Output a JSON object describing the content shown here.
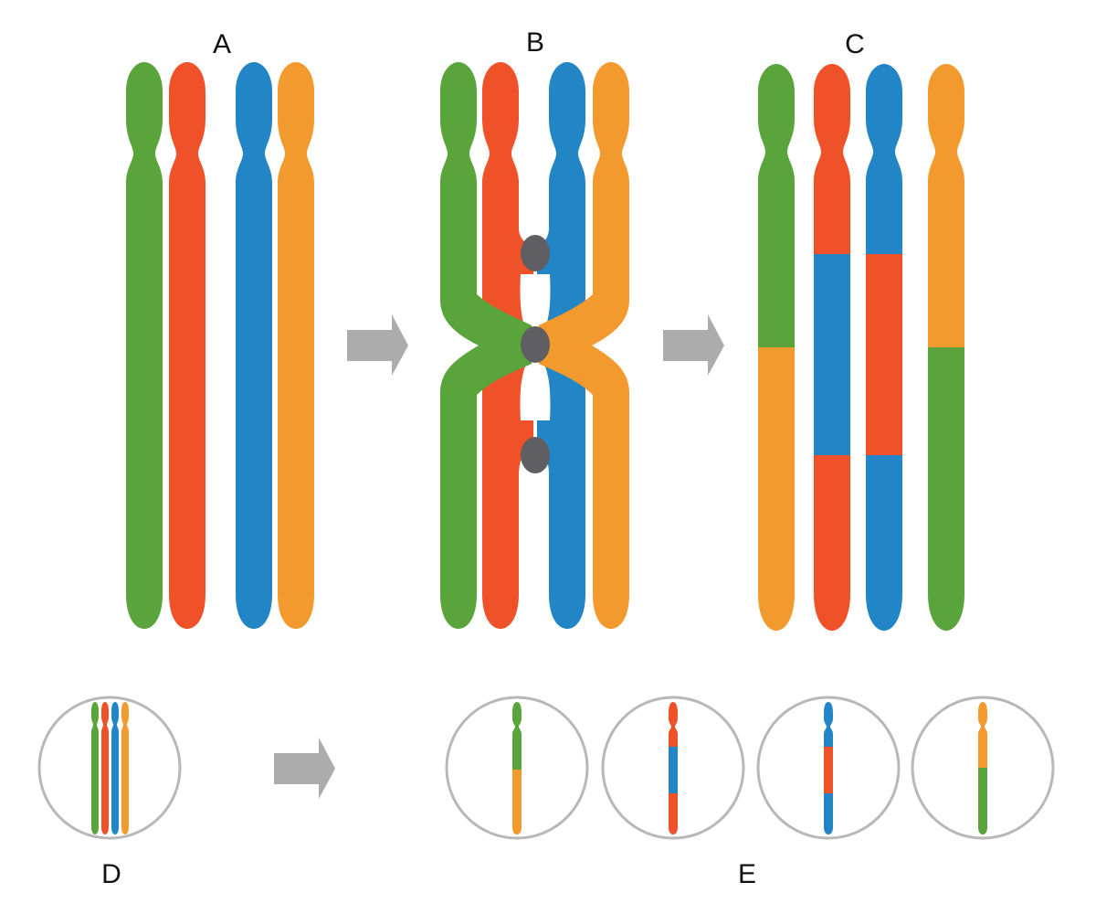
{
  "labels": {
    "a": "A",
    "b": "B",
    "c": "C",
    "d": "D",
    "e": "E"
  },
  "colors": {
    "green": "#5AA43C",
    "red": "#EF5128",
    "blue": "#2285C6",
    "orange": "#F39A2E",
    "chiasma": "#5E5E63",
    "arrow": "#ACACAC",
    "cell_outline": "#B8B8B8"
  },
  "stages": [
    {
      "label_key": "a",
      "description_chromosomes": [
        "green",
        "red",
        "blue",
        "orange"
      ]
    },
    {
      "label_key": "b",
      "chiasmata": 3
    },
    {
      "label_key": "c",
      "chromosomes": [
        {
          "segments": [
            "green",
            "orange"
          ]
        },
        {
          "segments": [
            "red",
            "blue",
            "red"
          ]
        },
        {
          "segments": [
            "blue",
            "red",
            "blue"
          ]
        },
        {
          "segments": [
            "orange",
            "green"
          ]
        }
      ]
    },
    {
      "label_key": "d",
      "cell_chromosomes": [
        "green",
        "red",
        "blue",
        "orange"
      ]
    },
    {
      "label_key": "e",
      "gametes": [
        {
          "segments": [
            "green",
            "orange"
          ]
        },
        {
          "segments": [
            "red",
            "blue",
            "red"
          ]
        },
        {
          "segments": [
            "blue",
            "red",
            "blue"
          ]
        },
        {
          "segments": [
            "orange",
            "green"
          ]
        }
      ]
    }
  ]
}
